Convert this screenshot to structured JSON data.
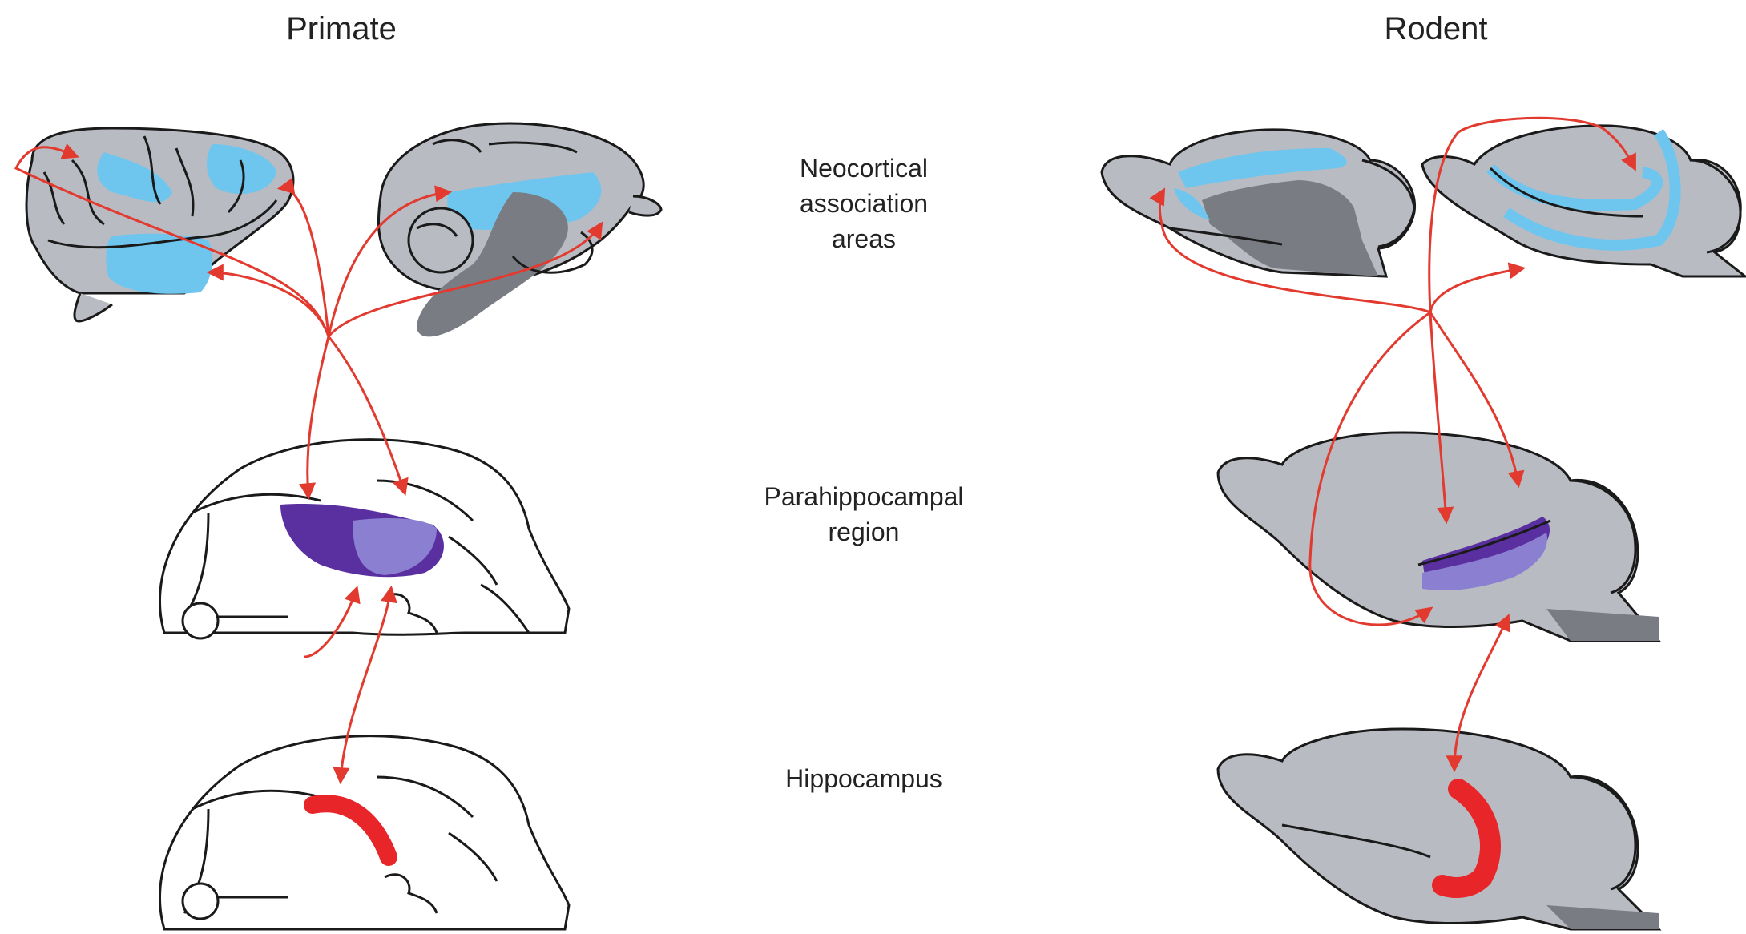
{
  "columns": {
    "primate": "Primate",
    "rodent": "Rodent"
  },
  "rows": {
    "neocortical": "Neocortical\nassociation\nareas",
    "parahippocampal": "Parahippocampal\nregion",
    "hippocampus": "Hippocampus"
  },
  "colors": {
    "brain_fill": "#b9bbc2",
    "brain_dark": "#7a7c83",
    "association_areas": "#6ec6ef",
    "parahippocampal_dark": "#5a2fa0",
    "parahippocampal_light": "#8a7fd0",
    "hippocampus": "#e8262a",
    "arrow": "#e23a2f",
    "outline": "#1a1a1a"
  }
}
